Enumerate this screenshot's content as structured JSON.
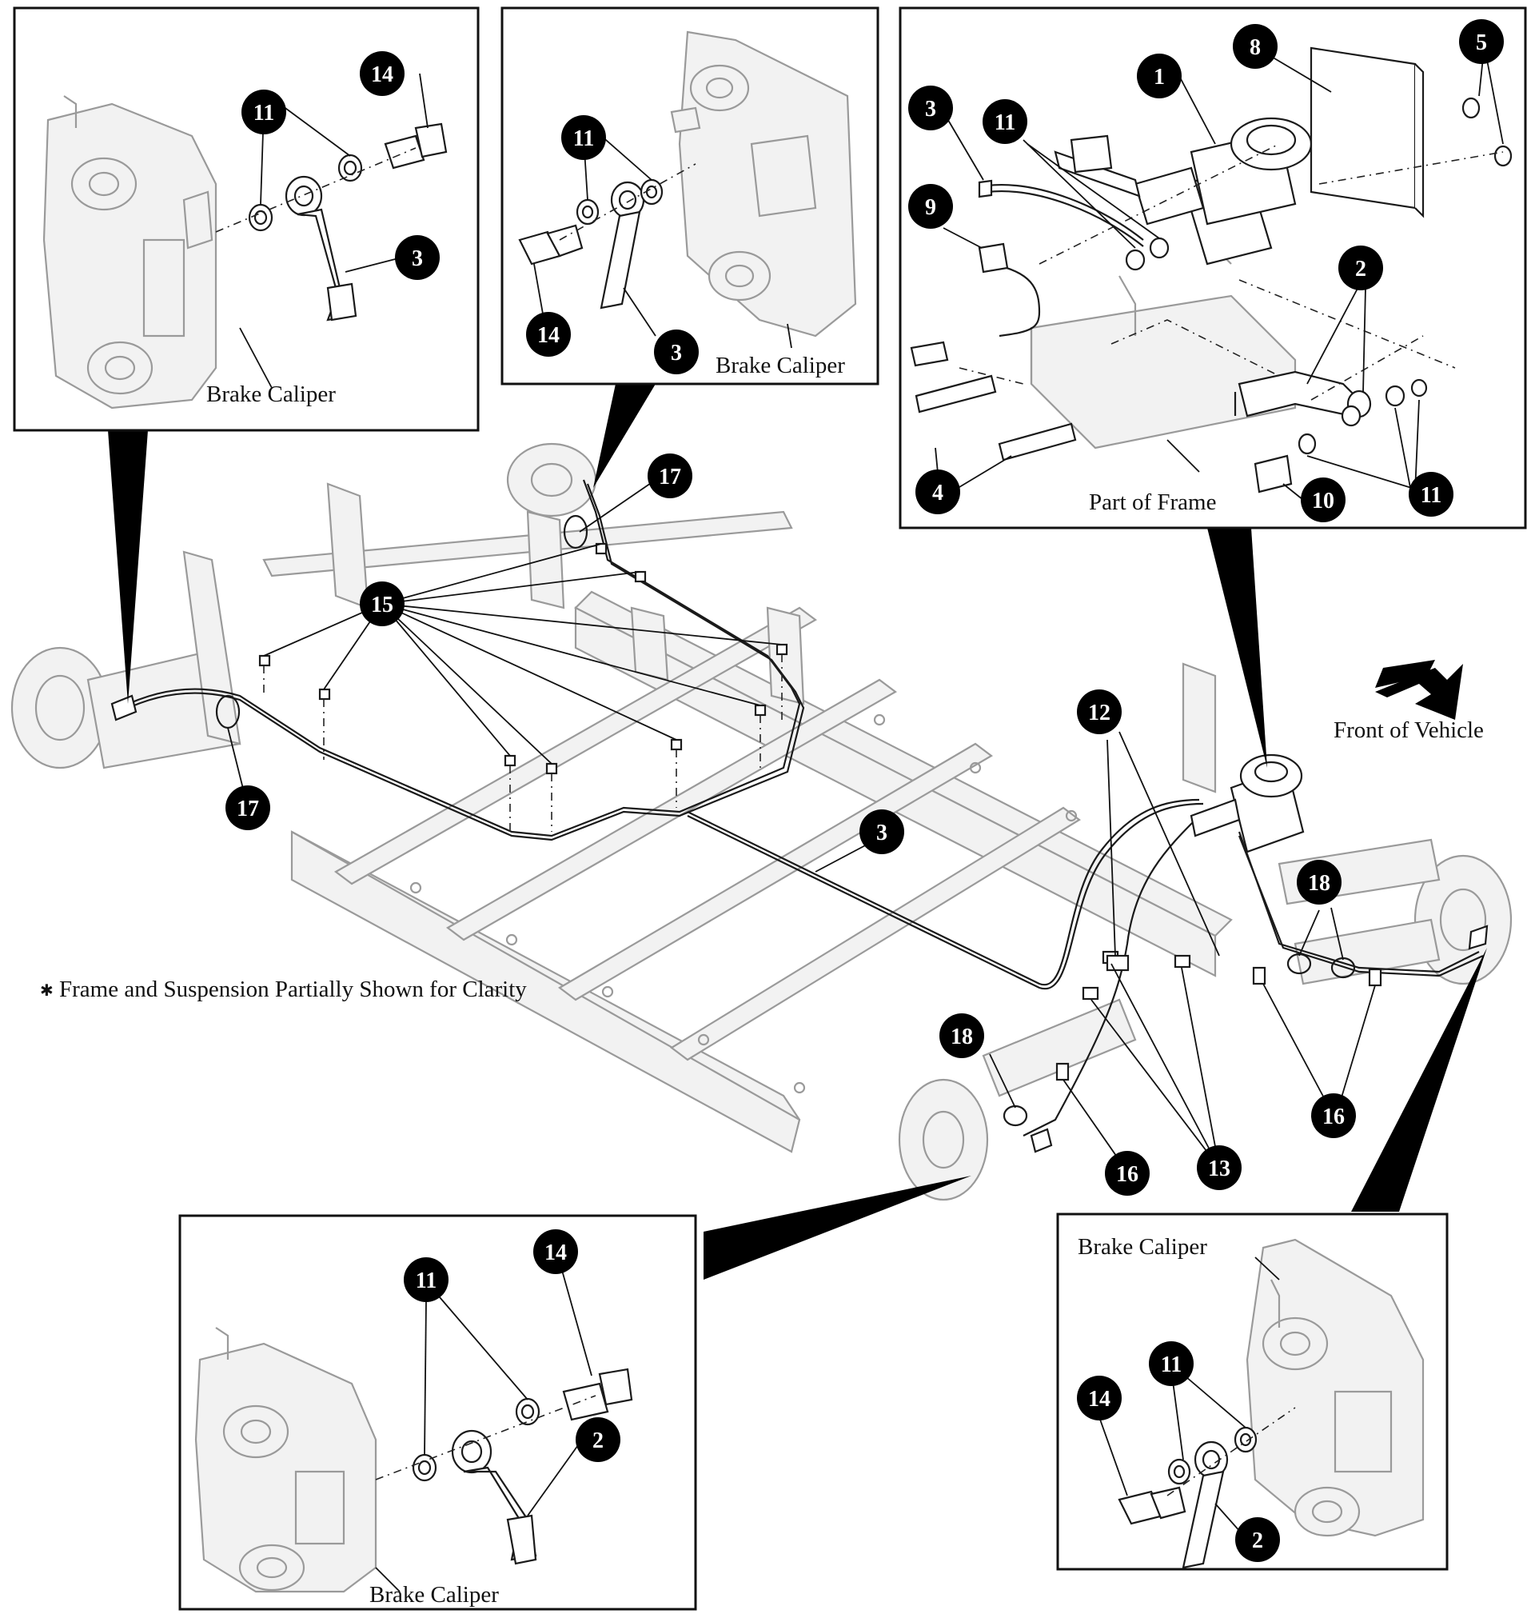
{
  "labels": {
    "brake_caliper": "Brake Caliper",
    "part_of_frame": "Part of Frame",
    "front_of_vehicle": "Front of Vehicle",
    "note": "Frame and Suspension Partially Shown for Clarity",
    "note_marker": "✱"
  },
  "callouts": [
    "1",
    "2",
    "3",
    "4",
    "5",
    "8",
    "9",
    "10",
    "11",
    "12",
    "13",
    "14",
    "15",
    "16",
    "17",
    "18"
  ],
  "colors": {
    "callout_fill": "#000000",
    "callout_text": "#ffffff",
    "line_art": "#1a1a1a",
    "ghost_art": "#9a9a9a"
  },
  "icons": {
    "front_direction": "front-arrow-icon",
    "note": "asterisk-icon"
  }
}
